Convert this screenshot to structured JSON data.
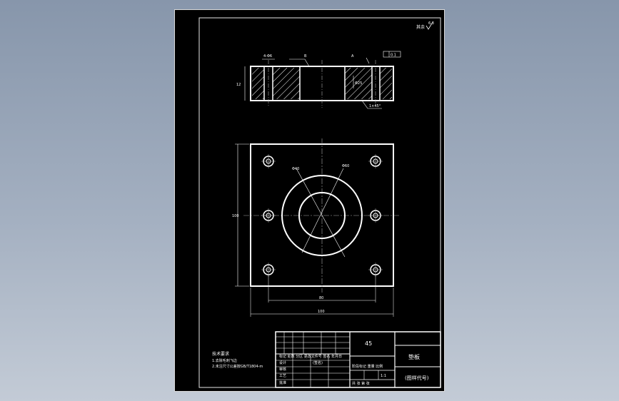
{
  "drawing": {
    "roughness_note": "其余",
    "roughness_value": "6.3",
    "side_view": {
      "top_left_dim": "4-Φ6",
      "top_mid_label": "B",
      "top_right_label": "A",
      "top_right_dim": "0.1",
      "height_dim": "12",
      "bore_dim": "Φ25",
      "leader_dim": "1×45°"
    },
    "plan_view": {
      "inner_dia": "Φ40",
      "outer_dia": "Φ60",
      "height_dim": "100",
      "inner_width_dim": "80",
      "outer_width_dim": "100"
    },
    "tech_notes": {
      "title": "技术要求",
      "line1": "1.去除毛刺飞边",
      "line2": "2.未注尺寸公差按GB/T1804-m"
    },
    "title_block": {
      "part_name": "垫板",
      "material": "45",
      "drawing_number": "(图样代号)",
      "header_row": "标记 处数 分区 更改文件号 签名 年月日",
      "left_row1": "设计",
      "left_row2": "(签名)",
      "left_row3": "审核",
      "left_row4": "工艺",
      "left_row5": "批准",
      "stage_label": "阶段标记 重量 比例",
      "scale": "1:1",
      "sheet_info": "共 张 第 张"
    }
  }
}
